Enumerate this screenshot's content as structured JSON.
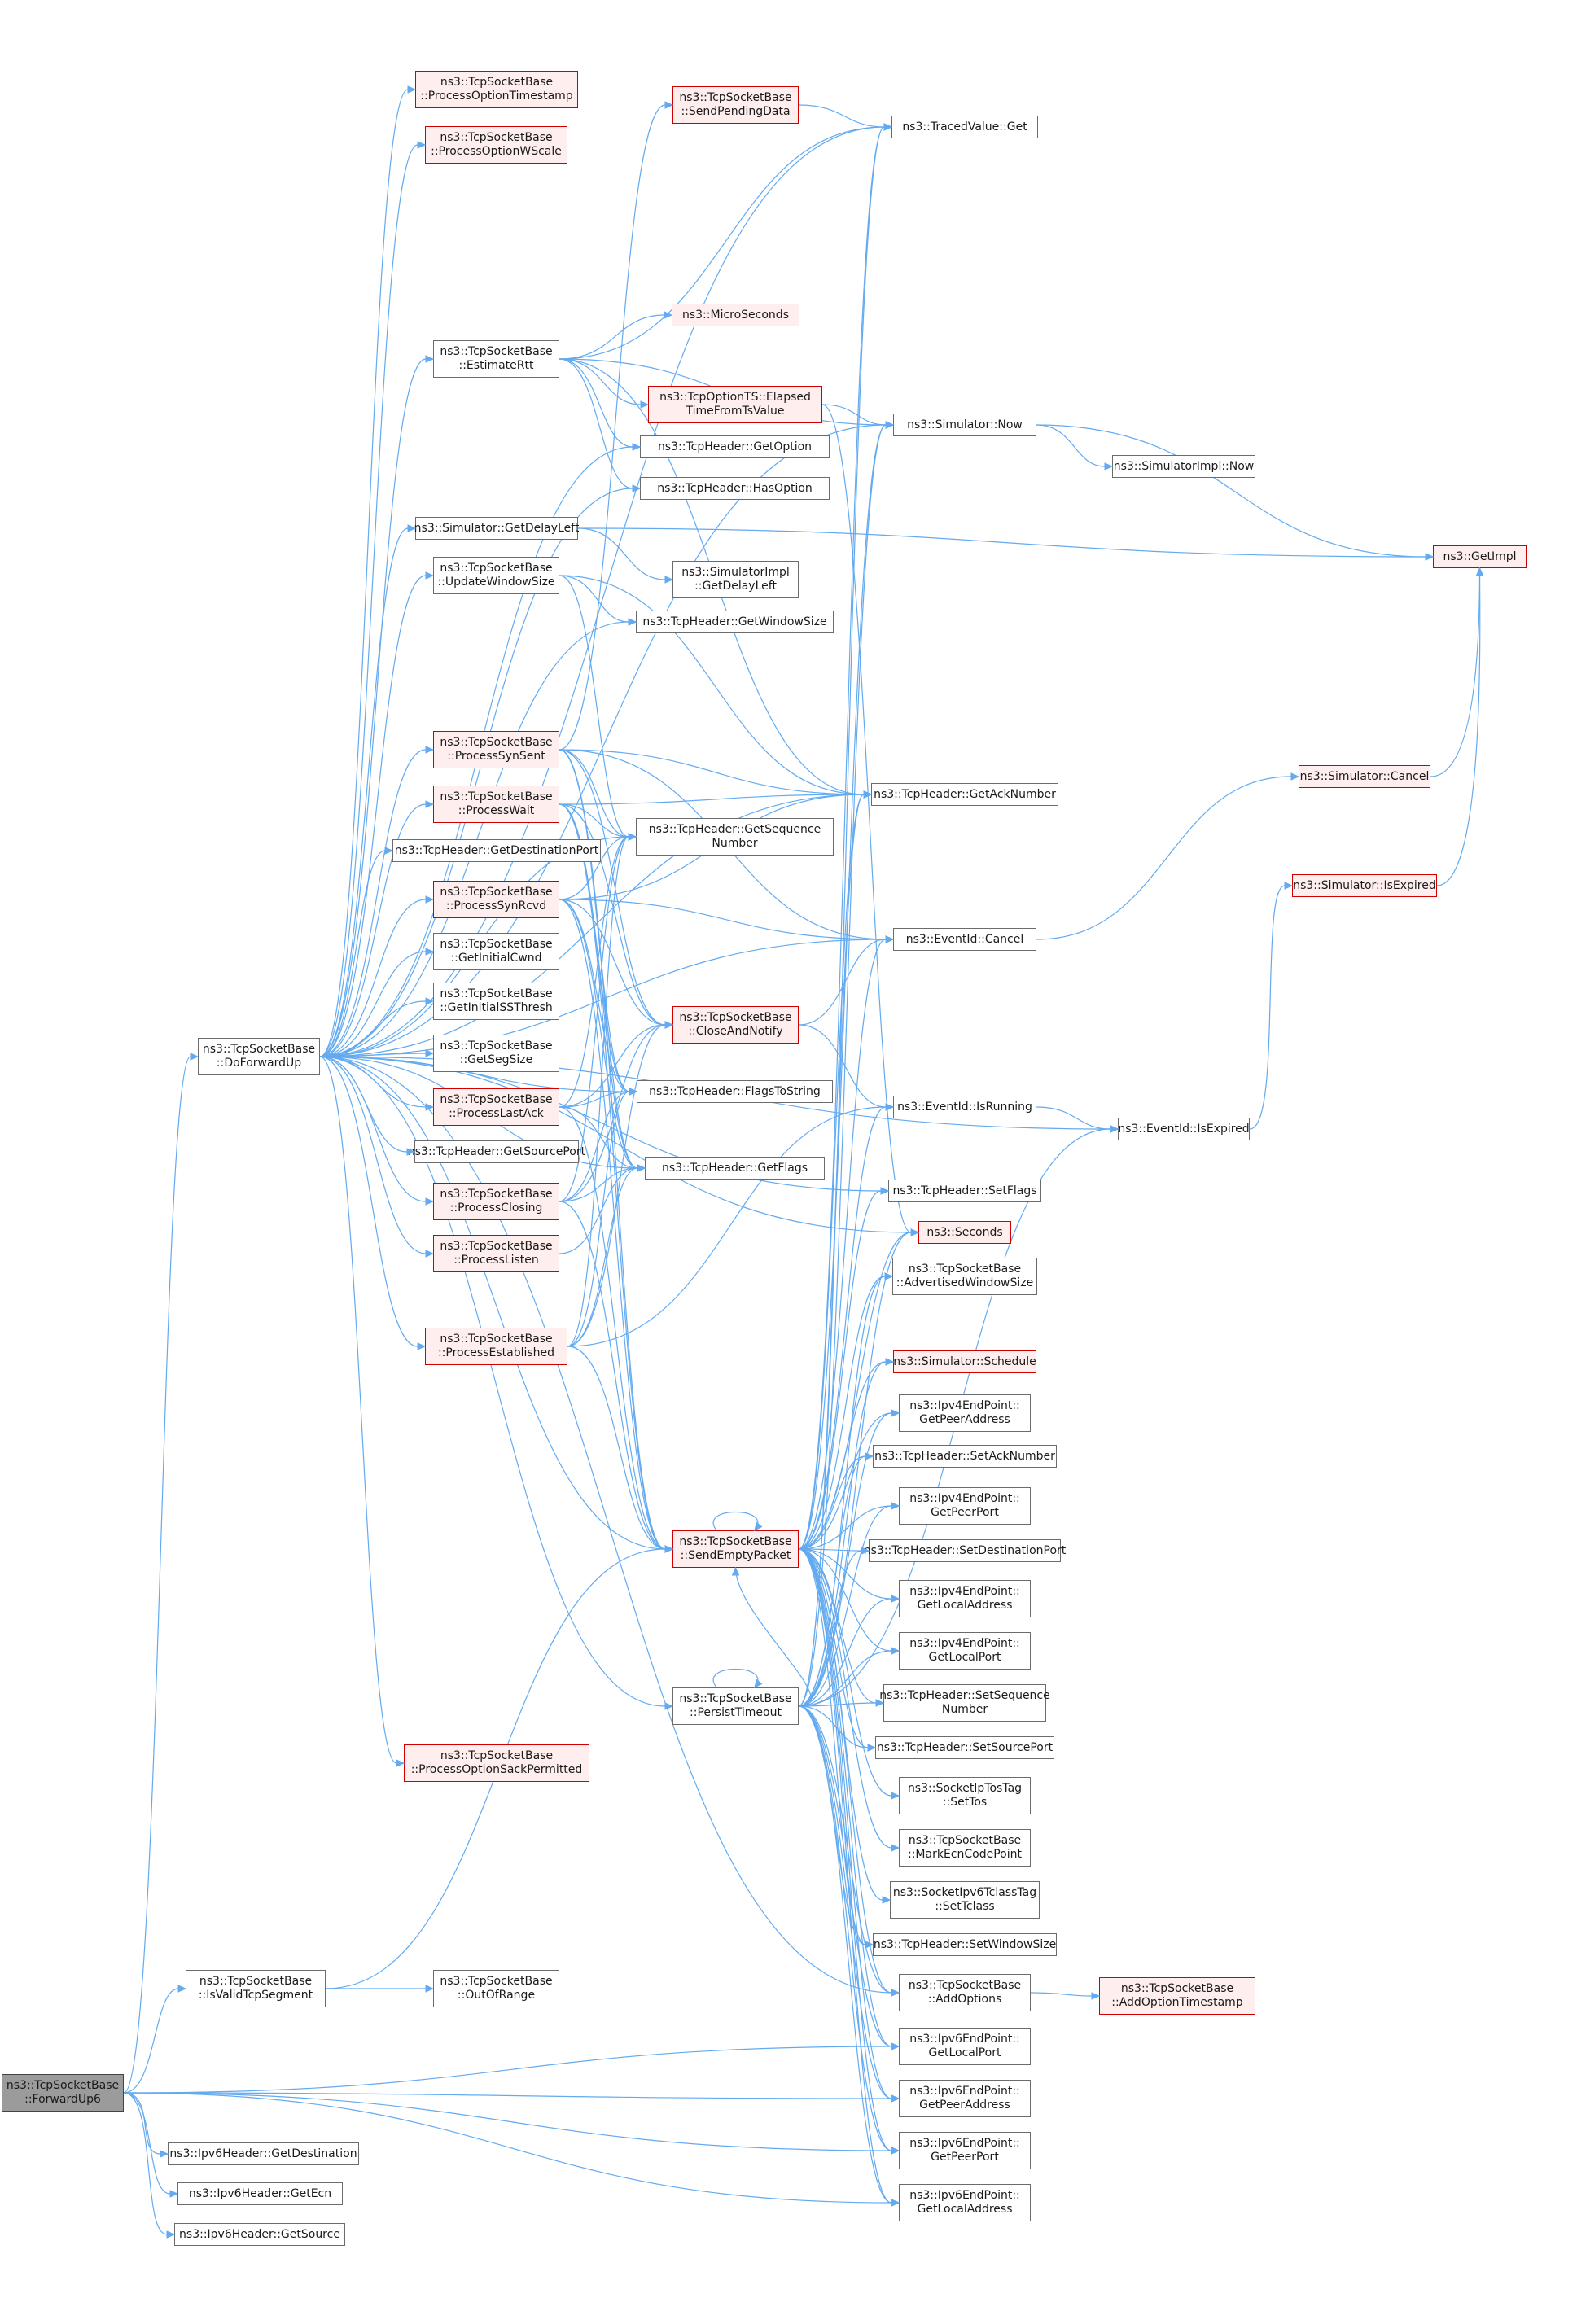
{
  "colors": {
    "edge": "#63aaf0",
    "node_border": "#6b6b6b",
    "red_border": "#d10000",
    "red_fill": "#ffeeee",
    "root_fill": "#9b9b9b"
  },
  "nodes": [
    {
      "id": "ForwardUp6",
      "lines": [
        "ns3::TcpSocketBase",
        "::ForwardUp6"
      ],
      "style": "root"
    },
    {
      "id": "DoForwardUp",
      "lines": [
        "ns3::TcpSocketBase",
        "::DoForwardUp"
      ],
      "style": "normal"
    },
    {
      "id": "IsValidTcpSegment",
      "lines": [
        "ns3::TcpSocketBase",
        "::IsValidTcpSegment"
      ],
      "style": "normal"
    },
    {
      "id": "Ipv6HdrGetDestination",
      "lines": [
        "ns3::Ipv6Header::GetDestination"
      ],
      "style": "normal"
    },
    {
      "id": "Ipv6HdrGetEcn",
      "lines": [
        "ns3::Ipv6Header::GetEcn"
      ],
      "style": "normal"
    },
    {
      "id": "Ipv6HdrGetSource",
      "lines": [
        "ns3::Ipv6Header::GetSource"
      ],
      "style": "normal"
    },
    {
      "id": "ProcessOptionTimestamp",
      "lines": [
        "ns3::TcpSocketBase",
        "::ProcessOptionTimestamp"
      ],
      "style": "red"
    },
    {
      "id": "ProcessOptionWScale",
      "lines": [
        "ns3::TcpSocketBase",
        "::ProcessOptionWScale"
      ],
      "style": "red"
    },
    {
      "id": "EstimateRtt",
      "lines": [
        "ns3::TcpSocketBase",
        "::EstimateRtt"
      ],
      "style": "normal"
    },
    {
      "id": "SimGetDelayLeft",
      "lines": [
        "ns3::Simulator::GetDelayLeft"
      ],
      "style": "normal"
    },
    {
      "id": "UpdateWindowSize",
      "lines": [
        "ns3::TcpSocketBase",
        "::UpdateWindowSize"
      ],
      "style": "normal"
    },
    {
      "id": "ProcessSynSent",
      "lines": [
        "ns3::TcpSocketBase",
        "::ProcessSynSent"
      ],
      "style": "red"
    },
    {
      "id": "ProcessWait",
      "lines": [
        "ns3::TcpSocketBase",
        "::ProcessWait"
      ],
      "style": "red"
    },
    {
      "id": "TcpHdrGetDestinationPort",
      "lines": [
        "ns3::TcpHeader::GetDestinationPort"
      ],
      "style": "normal"
    },
    {
      "id": "ProcessSynRcvd",
      "lines": [
        "ns3::TcpSocketBase",
        "::ProcessSynRcvd"
      ],
      "style": "red"
    },
    {
      "id": "GetInitialCwnd",
      "lines": [
        "ns3::TcpSocketBase",
        "::GetInitialCwnd"
      ],
      "style": "normal"
    },
    {
      "id": "GetInitialSSThresh",
      "lines": [
        "ns3::TcpSocketBase",
        "::GetInitialSSThresh"
      ],
      "style": "normal"
    },
    {
      "id": "GetSegSize",
      "lines": [
        "ns3::TcpSocketBase",
        "::GetSegSize"
      ],
      "style": "normal"
    },
    {
      "id": "ProcessLastAck",
      "lines": [
        "ns3::TcpSocketBase",
        "::ProcessLastAck"
      ],
      "style": "red"
    },
    {
      "id": "TcpHdrGetSourcePort",
      "lines": [
        "ns3::TcpHeader::GetSourcePort"
      ],
      "style": "normal"
    },
    {
      "id": "ProcessClosing",
      "lines": [
        "ns3::TcpSocketBase",
        "::ProcessClosing"
      ],
      "style": "red"
    },
    {
      "id": "ProcessListen",
      "lines": [
        "ns3::TcpSocketBase",
        "::ProcessListen"
      ],
      "style": "red"
    },
    {
      "id": "ProcessEstablished",
      "lines": [
        "ns3::TcpSocketBase",
        "::ProcessEstablished"
      ],
      "style": "red"
    },
    {
      "id": "ProcessOptionSackPermitted",
      "lines": [
        "ns3::TcpSocketBase",
        "::ProcessOptionSackPermitted"
      ],
      "style": "red"
    },
    {
      "id": "OutOfRange",
      "lines": [
        "ns3::TcpSocketBase",
        "::OutOfRange"
      ],
      "style": "normal"
    },
    {
      "id": "SendPendingData",
      "lines": [
        "ns3::TcpSocketBase",
        "::SendPendingData"
      ],
      "style": "red"
    },
    {
      "id": "MicroSeconds",
      "lines": [
        "ns3::MicroSeconds"
      ],
      "style": "red"
    },
    {
      "id": "ElapsedTimeFromTsValue",
      "lines": [
        "ns3::TcpOptionTS::Elapsed",
        "TimeFromTsValue"
      ],
      "style": "red"
    },
    {
      "id": "TcpHdrGetOption",
      "lines": [
        "ns3::TcpHeader::GetOption"
      ],
      "style": "normal"
    },
    {
      "id": "TcpHdrHasOption",
      "lines": [
        "ns3::TcpHeader::HasOption"
      ],
      "style": "normal"
    },
    {
      "id": "SimImplGetDelayLeft",
      "lines": [
        "ns3::SimulatorImpl",
        "::GetDelayLeft"
      ],
      "style": "normal"
    },
    {
      "id": "TcpHdrGetWindowSize",
      "lines": [
        "ns3::TcpHeader::GetWindowSize"
      ],
      "style": "normal"
    },
    {
      "id": "TcpHdrGetSequenceNumber",
      "lines": [
        "ns3::TcpHeader::GetSequence",
        "Number"
      ],
      "style": "normal"
    },
    {
      "id": "CloseAndNotify",
      "lines": [
        "ns3::TcpSocketBase",
        "::CloseAndNotify"
      ],
      "style": "red"
    },
    {
      "id": "TcpHdrFlagsToString",
      "lines": [
        "ns3::TcpHeader::FlagsToString"
      ],
      "style": "normal"
    },
    {
      "id": "TcpHdrGetFlags",
      "lines": [
        "ns3::TcpHeader::GetFlags"
      ],
      "style": "normal"
    },
    {
      "id": "SendEmptyPacket",
      "lines": [
        "ns3::TcpSocketBase",
        "::SendEmptyPacket"
      ],
      "style": "red"
    },
    {
      "id": "PersistTimeout",
      "lines": [
        "ns3::TcpSocketBase",
        "::PersistTimeout"
      ],
      "style": "normal"
    },
    {
      "id": "TracedValueGet",
      "lines": [
        "ns3::TracedValue::Get"
      ],
      "style": "normal"
    },
    {
      "id": "SimNow",
      "lines": [
        "ns3::Simulator::Now"
      ],
      "style": "normal"
    },
    {
      "id": "TcpHdrGetAckNumber",
      "lines": [
        "ns3::TcpHeader::GetAckNumber"
      ],
      "style": "normal"
    },
    {
      "id": "EventIdCancel",
      "lines": [
        "ns3::EventId::Cancel"
      ],
      "style": "normal"
    },
    {
      "id": "EventIdIsRunning",
      "lines": [
        "ns3::EventId::IsRunning"
      ],
      "style": "normal"
    },
    {
      "id": "TcpHdrSetFlags",
      "lines": [
        "ns3::TcpHeader::SetFlags"
      ],
      "style": "normal"
    },
    {
      "id": "Seconds",
      "lines": [
        "ns3::Seconds"
      ],
      "style": "red"
    },
    {
      "id": "AdvertisedWindowSize",
      "lines": [
        "ns3::TcpSocketBase",
        "::AdvertisedWindowSize"
      ],
      "style": "normal"
    },
    {
      "id": "SimSchedule",
      "lines": [
        "ns3::Simulator::Schedule"
      ],
      "style": "red"
    },
    {
      "id": "Ipv4GetPeerAddress",
      "lines": [
        "ns3::Ipv4EndPoint::",
        "GetPeerAddress"
      ],
      "style": "normal"
    },
    {
      "id": "TcpHdrSetAckNumber",
      "lines": [
        "ns3::TcpHeader::SetAckNumber"
      ],
      "style": "normal"
    },
    {
      "id": "Ipv4GetPeerPort",
      "lines": [
        "ns3::Ipv4EndPoint::",
        "GetPeerPort"
      ],
      "style": "normal"
    },
    {
      "id": "TcpHdrSetDestinationPort",
      "lines": [
        "ns3::TcpHeader::SetDestinationPort"
      ],
      "style": "normal"
    },
    {
      "id": "Ipv4GetLocalAddress",
      "lines": [
        "ns3::Ipv4EndPoint::",
        "GetLocalAddress"
      ],
      "style": "normal"
    },
    {
      "id": "Ipv4GetLocalPort",
      "lines": [
        "ns3::Ipv4EndPoint::",
        "GetLocalPort"
      ],
      "style": "normal"
    },
    {
      "id": "TcpHdrSetSequenceNumber",
      "lines": [
        "ns3::TcpHeader::SetSequence",
        "Number"
      ],
      "style": "normal"
    },
    {
      "id": "TcpHdrSetSourcePort",
      "lines": [
        "ns3::TcpHeader::SetSourcePort"
      ],
      "style": "normal"
    },
    {
      "id": "SocketIpTosTagSetTos",
      "lines": [
        "ns3::SocketIpTosTag",
        "::SetTos"
      ],
      "style": "normal"
    },
    {
      "id": "MarkEcnCodePoint",
      "lines": [
        "ns3::TcpSocketBase",
        "::MarkEcnCodePoint"
      ],
      "style": "normal"
    },
    {
      "id": "SocketIpv6TclassTagSetTclass",
      "lines": [
        "ns3::SocketIpv6TclassTag",
        "::SetTclass"
      ],
      "style": "normal"
    },
    {
      "id": "TcpHdrSetWindowSize",
      "lines": [
        "ns3::TcpHeader::SetWindowSize"
      ],
      "style": "normal"
    },
    {
      "id": "AddOptions",
      "lines": [
        "ns3::TcpSocketBase",
        "::AddOptions"
      ],
      "style": "normal"
    },
    {
      "id": "Ipv6GetLocalPort",
      "lines": [
        "ns3::Ipv6EndPoint::",
        "GetLocalPort"
      ],
      "style": "normal"
    },
    {
      "id": "Ipv6GetPeerAddress",
      "lines": [
        "ns3::Ipv6EndPoint::",
        "GetPeerAddress"
      ],
      "style": "normal"
    },
    {
      "id": "Ipv6GetPeerPort",
      "lines": [
        "ns3::Ipv6EndPoint::",
        "GetPeerPort"
      ],
      "style": "normal"
    },
    {
      "id": "Ipv6GetLocalAddress",
      "lines": [
        "ns3::Ipv6EndPoint::",
        "GetLocalAddress"
      ],
      "style": "normal"
    },
    {
      "id": "SimImplNow",
      "lines": [
        "ns3::SimulatorImpl::Now"
      ],
      "style": "normal"
    },
    {
      "id": "EventIdIsExpired",
      "lines": [
        "ns3::EventId::IsExpired"
      ],
      "style": "normal"
    },
    {
      "id": "AddOptionTimestamp",
      "lines": [
        "ns3::TcpSocketBase",
        "::AddOptionTimestamp"
      ],
      "style": "red"
    },
    {
      "id": "GetImpl",
      "lines": [
        "ns3::GetImpl"
      ],
      "style": "red"
    },
    {
      "id": "SimCancel",
      "lines": [
        "ns3::Simulator::Cancel"
      ],
      "style": "red"
    },
    {
      "id": "SimIsExpired",
      "lines": [
        "ns3::Simulator::IsExpired"
      ],
      "style": "red"
    }
  ],
  "edges": [
    [
      "ForwardUp6",
      "DoForwardUp"
    ],
    [
      "ForwardUp6",
      "IsValidTcpSegment"
    ],
    [
      "ForwardUp6",
      "Ipv6HdrGetDestination"
    ],
    [
      "ForwardUp6",
      "Ipv6HdrGetEcn"
    ],
    [
      "ForwardUp6",
      "Ipv6HdrGetSource"
    ],
    [
      "ForwardUp6",
      "Ipv6GetLocalPort"
    ],
    [
      "ForwardUp6",
      "Ipv6GetPeerAddress"
    ],
    [
      "ForwardUp6",
      "Ipv6GetPeerPort"
    ],
    [
      "ForwardUp6",
      "Ipv6GetLocalAddress"
    ],
    [
      "IsValidTcpSegment",
      "OutOfRange"
    ],
    [
      "IsValidTcpSegment",
      "SendEmptyPacket"
    ],
    [
      "DoForwardUp",
      "ProcessOptionTimestamp"
    ],
    [
      "DoForwardUp",
      "ProcessOptionWScale"
    ],
    [
      "DoForwardUp",
      "EstimateRtt"
    ],
    [
      "DoForwardUp",
      "SimGetDelayLeft"
    ],
    [
      "DoForwardUp",
      "UpdateWindowSize"
    ],
    [
      "DoForwardUp",
      "ProcessSynSent"
    ],
    [
      "DoForwardUp",
      "ProcessWait"
    ],
    [
      "DoForwardUp",
      "TcpHdrGetDestinationPort"
    ],
    [
      "DoForwardUp",
      "ProcessSynRcvd"
    ],
    [
      "DoForwardUp",
      "GetInitialCwnd"
    ],
    [
      "DoForwardUp",
      "GetInitialSSThresh"
    ],
    [
      "DoForwardUp",
      "GetSegSize"
    ],
    [
      "DoForwardUp",
      "ProcessLastAck"
    ],
    [
      "DoForwardUp",
      "TcpHdrGetSourcePort"
    ],
    [
      "DoForwardUp",
      "ProcessClosing"
    ],
    [
      "DoForwardUp",
      "ProcessListen"
    ],
    [
      "DoForwardUp",
      "ProcessEstablished"
    ],
    [
      "DoForwardUp",
      "ProcessOptionSackPermitted"
    ],
    [
      "DoForwardUp",
      "TracedValueGet"
    ],
    [
      "DoForwardUp",
      "SimNow"
    ],
    [
      "DoForwardUp",
      "TcpHdrGetOption"
    ],
    [
      "DoForwardUp",
      "TcpHdrHasOption"
    ],
    [
      "DoForwardUp",
      "TcpHdrGetWindowSize"
    ],
    [
      "DoForwardUp",
      "TcpHdrGetSequenceNumber"
    ],
    [
      "DoForwardUp",
      "TcpHdrGetAckNumber"
    ],
    [
      "DoForwardUp",
      "TcpHdrGetFlags"
    ],
    [
      "DoForwardUp",
      "TcpHdrFlagsToString"
    ],
    [
      "DoForwardUp",
      "SendEmptyPacket"
    ],
    [
      "DoForwardUp",
      "PersistTimeout"
    ],
    [
      "DoForwardUp",
      "EventIdCancel"
    ],
    [
      "DoForwardUp",
      "EventIdIsExpired"
    ],
    [
      "DoForwardUp",
      "AddOptions"
    ],
    [
      "DoForwardUp",
      "TcpHdrSetFlags"
    ],
    [
      "DoForwardUp",
      "Seconds"
    ],
    [
      "EstimateRtt",
      "TracedValueGet"
    ],
    [
      "EstimateRtt",
      "MicroSeconds"
    ],
    [
      "EstimateRtt",
      "ElapsedTimeFromTsValue"
    ],
    [
      "EstimateRtt",
      "SimNow"
    ],
    [
      "EstimateRtt",
      "TcpHdrGetOption"
    ],
    [
      "EstimateRtt",
      "TcpHdrHasOption"
    ],
    [
      "EstimateRtt",
      "TcpHdrGetAckNumber"
    ],
    [
      "ElapsedTimeFromTsValue",
      "SimNow"
    ],
    [
      "ElapsedTimeFromTsValue",
      "Seconds"
    ],
    [
      "SimGetDelayLeft",
      "SimImplGetDelayLeft"
    ],
    [
      "SimGetDelayLeft",
      "GetImpl"
    ],
    [
      "UpdateWindowSize",
      "TcpHdrGetWindowSize"
    ],
    [
      "UpdateWindowSize",
      "TcpHdrGetSequenceNumber"
    ],
    [
      "UpdateWindowSize",
      "TcpHdrGetAckNumber"
    ],
    [
      "ProcessSynSent",
      "SendPendingData"
    ],
    [
      "ProcessSynSent",
      "TcpHdrGetSequenceNumber"
    ],
    [
      "ProcessSynSent",
      "TcpHdrGetAckNumber"
    ],
    [
      "ProcessSynSent",
      "CloseAndNotify"
    ],
    [
      "ProcessSynSent",
      "TcpHdrFlagsToString"
    ],
    [
      "ProcessSynSent",
      "TcpHdrGetFlags"
    ],
    [
      "ProcessSynSent",
      "SendEmptyPacket"
    ],
    [
      "ProcessSynSent",
      "EventIdCancel"
    ],
    [
      "ProcessWait",
      "TcpHdrGetSequenceNumber"
    ],
    [
      "ProcessWait",
      "TcpHdrGetAckNumber"
    ],
    [
      "ProcessWait",
      "CloseAndNotify"
    ],
    [
      "ProcessWait",
      "TcpHdrFlagsToString"
    ],
    [
      "ProcessWait",
      "TcpHdrGetFlags"
    ],
    [
      "ProcessWait",
      "SendEmptyPacket"
    ],
    [
      "ProcessSynRcvd",
      "TcpHdrGetSequenceNumber"
    ],
    [
      "ProcessSynRcvd",
      "TcpHdrGetAckNumber"
    ],
    [
      "ProcessSynRcvd",
      "EventIdCancel"
    ],
    [
      "ProcessSynRcvd",
      "CloseAndNotify"
    ],
    [
      "ProcessSynRcvd",
      "TcpHdrFlagsToString"
    ],
    [
      "ProcessSynRcvd",
      "TcpHdrGetFlags"
    ],
    [
      "ProcessSynRcvd",
      "SendEmptyPacket"
    ],
    [
      "ProcessLastAck",
      "CloseAndNotify"
    ],
    [
      "ProcessLastAck",
      "TcpHdrFlagsToString"
    ],
    [
      "ProcessLastAck",
      "TcpHdrGetFlags"
    ],
    [
      "ProcessLastAck",
      "TcpHdrGetSequenceNumber"
    ],
    [
      "ProcessLastAck",
      "SendEmptyPacket"
    ],
    [
      "ProcessClosing",
      "CloseAndNotify"
    ],
    [
      "ProcessClosing",
      "TcpHdrFlagsToString"
    ],
    [
      "ProcessClosing",
      "TcpHdrGetFlags"
    ],
    [
      "ProcessClosing",
      "SendEmptyPacket"
    ],
    [
      "ProcessClosing",
      "TcpHdrGetSequenceNumber"
    ],
    [
      "ProcessListen",
      "TcpHdrGetFlags"
    ],
    [
      "ProcessEstablished",
      "TcpHdrGetFlags"
    ],
    [
      "ProcessEstablished",
      "TcpHdrFlagsToString"
    ],
    [
      "ProcessEstablished",
      "CloseAndNotify"
    ],
    [
      "ProcessEstablished",
      "SendEmptyPacket"
    ],
    [
      "ProcessEstablished",
      "TcpHdrGetSequenceNumber"
    ],
    [
      "ProcessEstablished",
      "EventIdIsRunning"
    ],
    [
      "CloseAndNotify",
      "EventIdCancel"
    ],
    [
      "CloseAndNotify",
      "EventIdIsRunning"
    ],
    [
      "SendPendingData",
      "TracedValueGet"
    ],
    [
      "SendEmptyPacket",
      "SendEmptyPacket"
    ],
    [
      "SendEmptyPacket",
      "TracedValueGet"
    ],
    [
      "SendEmptyPacket",
      "SimNow"
    ],
    [
      "SendEmptyPacket",
      "TcpHdrGetAckNumber"
    ],
    [
      "SendEmptyPacket",
      "EventIdCancel"
    ],
    [
      "SendEmptyPacket",
      "EventIdIsRunning"
    ],
    [
      "SendEmptyPacket",
      "TcpHdrSetFlags"
    ],
    [
      "SendEmptyPacket",
      "Seconds"
    ],
    [
      "SendEmptyPacket",
      "AdvertisedWindowSize"
    ],
    [
      "SendEmptyPacket",
      "SimSchedule"
    ],
    [
      "SendEmptyPacket",
      "Ipv4GetPeerAddress"
    ],
    [
      "SendEmptyPacket",
      "TcpHdrSetAckNumber"
    ],
    [
      "SendEmptyPacket",
      "Ipv4GetPeerPort"
    ],
    [
      "SendEmptyPacket",
      "TcpHdrSetDestinationPort"
    ],
    [
      "SendEmptyPacket",
      "Ipv4GetLocalAddress"
    ],
    [
      "SendEmptyPacket",
      "Ipv4GetLocalPort"
    ],
    [
      "SendEmptyPacket",
      "TcpHdrSetSequenceNumber"
    ],
    [
      "SendEmptyPacket",
      "TcpHdrSetSourcePort"
    ],
    [
      "SendEmptyPacket",
      "SocketIpTosTagSetTos"
    ],
    [
      "SendEmptyPacket",
      "MarkEcnCodePoint"
    ],
    [
      "SendEmptyPacket",
      "SocketIpv6TclassTagSetTclass"
    ],
    [
      "SendEmptyPacket",
      "TcpHdrSetWindowSize"
    ],
    [
      "SendEmptyPacket",
      "AddOptions"
    ],
    [
      "SendEmptyPacket",
      "Ipv6GetLocalPort"
    ],
    [
      "SendEmptyPacket",
      "Ipv6GetPeerAddress"
    ],
    [
      "SendEmptyPacket",
      "Ipv6GetPeerPort"
    ],
    [
      "SendEmptyPacket",
      "Ipv6GetLocalAddress"
    ],
    [
      "PersistTimeout",
      "PersistTimeout"
    ],
    [
      "PersistTimeout",
      "SendEmptyPacket"
    ],
    [
      "PersistTimeout",
      "TracedValueGet"
    ],
    [
      "PersistTimeout",
      "SimNow"
    ],
    [
      "PersistTimeout",
      "TcpHdrGetAckNumber"
    ],
    [
      "PersistTimeout",
      "EventIdIsExpired"
    ],
    [
      "PersistTimeout",
      "AdvertisedWindowSize"
    ],
    [
      "PersistTimeout",
      "SimSchedule"
    ],
    [
      "PersistTimeout",
      "Ipv4GetPeerAddress"
    ],
    [
      "PersistTimeout",
      "TcpHdrSetAckNumber"
    ],
    [
      "PersistTimeout",
      "Ipv4GetPeerPort"
    ],
    [
      "PersistTimeout",
      "TcpHdrSetDestinationPort"
    ],
    [
      "PersistTimeout",
      "Ipv4GetLocalAddress"
    ],
    [
      "PersistTimeout",
      "Ipv4GetLocalPort"
    ],
    [
      "PersistTimeout",
      "TcpHdrSetSequenceNumber"
    ],
    [
      "PersistTimeout",
      "TcpHdrSetSourcePort"
    ],
    [
      "PersistTimeout",
      "TcpHdrSetWindowSize"
    ],
    [
      "PersistTimeout",
      "AddOptions"
    ],
    [
      "PersistTimeout",
      "Ipv6GetLocalPort"
    ],
    [
      "PersistTimeout",
      "Ipv6GetPeerAddress"
    ],
    [
      "PersistTimeout",
      "Ipv6GetPeerPort"
    ],
    [
      "PersistTimeout",
      "Ipv6GetLocalAddress"
    ],
    [
      "PersistTimeout",
      "Seconds"
    ],
    [
      "SimNow",
      "SimImplNow"
    ],
    [
      "SimNow",
      "GetImpl"
    ],
    [
      "EventIdCancel",
      "SimCancel"
    ],
    [
      "EventIdIsRunning",
      "EventIdIsExpired"
    ],
    [
      "EventIdIsExpired",
      "SimIsExpired"
    ],
    [
      "SimCancel",
      "GetImpl"
    ],
    [
      "SimIsExpired",
      "GetImpl"
    ],
    [
      "AddOptions",
      "AddOptionTimestamp"
    ]
  ]
}
